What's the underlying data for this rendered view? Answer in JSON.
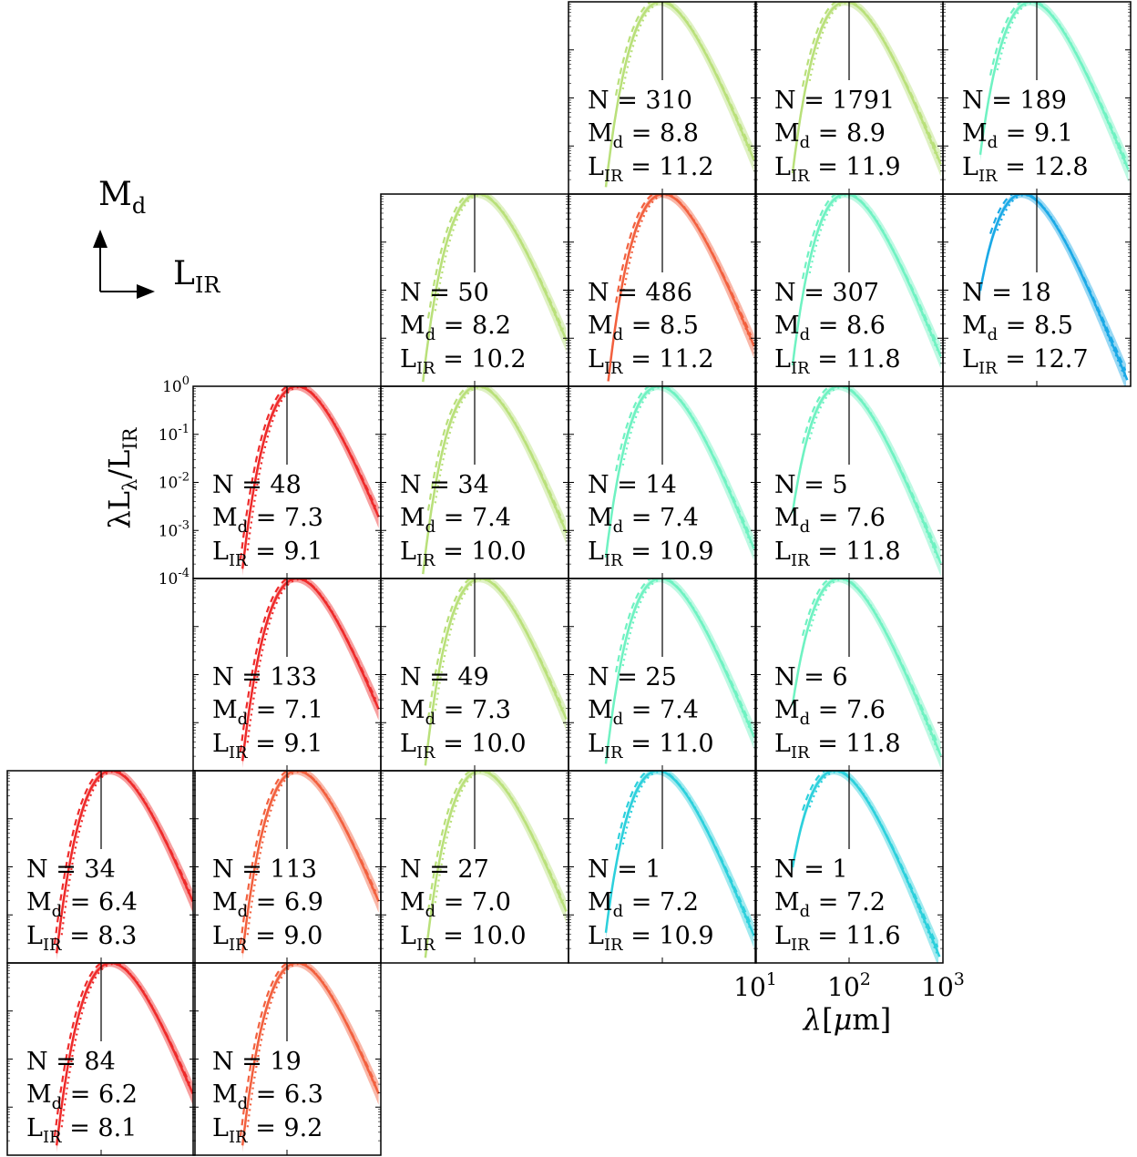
{
  "chart_data": {
    "type": "line",
    "x_scale": "log",
    "y_scale": "log",
    "xlim": [
      10,
      1000
    ],
    "ylim": [
      0.0001,
      1
    ],
    "ylabel": "λL_λ/L_IR",
    "xlabel": "λ[μm]",
    "y_ticks": [
      "10^0",
      "10^-1",
      "10^-2",
      "10^-3",
      "10^-4"
    ],
    "x_ticks": [
      "10^1",
      "10^2",
      "10^3"
    ],
    "reference_line_x": 100,
    "axes_key": {
      "up": "M_d",
      "right": "L_IR"
    },
    "panels": [
      {
        "row": 0,
        "col": 3,
        "N": 310,
        "Md": 8.8,
        "LIR": 11.2,
        "color": "#b9e07a",
        "peak": 75
      },
      {
        "row": 0,
        "col": 4,
        "N": 1791,
        "Md": 8.9,
        "LIR": 11.9,
        "color": "#b9e07a",
        "peak": 72
      },
      {
        "row": 0,
        "col": 5,
        "N": 189,
        "Md": 9.1,
        "LIR": 12.8,
        "color": "#6ff2c2",
        "peak": 68
      },
      {
        "row": 1,
        "col": 2,
        "N": 50,
        "Md": 8.2,
        "LIR": 10.2,
        "color": "#b9e07a",
        "peak": 85
      },
      {
        "row": 1,
        "col": 3,
        "N": 486,
        "Md": 8.5,
        "LIR": 11.2,
        "color": "#f2603e",
        "peak": 80
      },
      {
        "row": 1,
        "col": 4,
        "N": 307,
        "Md": 8.6,
        "LIR": 11.8,
        "color": "#6ff2c2",
        "peak": 72
      },
      {
        "row": 1,
        "col": 5,
        "N": 18,
        "Md": 8.5,
        "LIR": 12.7,
        "color": "#1aa9e6",
        "peak": 55
      },
      {
        "row": 2,
        "col": 1,
        "N": 48,
        "Md": 7.3,
        "LIR": 9.1,
        "color": "#ee2a2a",
        "peak": 100
      },
      {
        "row": 2,
        "col": 2,
        "N": 34,
        "Md": 7.4,
        "LIR": 10.0,
        "color": "#b9e07a",
        "peak": 85
      },
      {
        "row": 2,
        "col": 3,
        "N": 14,
        "Md": 7.4,
        "LIR": 10.9,
        "color": "#6ff2c2",
        "peak": 72
      },
      {
        "row": 2,
        "col": 4,
        "N": 5,
        "Md": 7.6,
        "LIR": 11.8,
        "color": "#6ff2c2",
        "peak": 62
      },
      {
        "row": 3,
        "col": 1,
        "N": 133,
        "Md": 7.1,
        "LIR": 9.1,
        "color": "#ee2a2a",
        "peak": 100
      },
      {
        "row": 3,
        "col": 2,
        "N": 49,
        "Md": 7.3,
        "LIR": 10.0,
        "color": "#b9e07a",
        "peak": 90
      },
      {
        "row": 3,
        "col": 3,
        "N": 25,
        "Md": 7.4,
        "LIR": 11.0,
        "color": "#6ff2c2",
        "peak": 75
      },
      {
        "row": 3,
        "col": 4,
        "N": 6,
        "Md": 7.6,
        "LIR": 11.8,
        "color": "#6ff2c2",
        "peak": 62
      },
      {
        "row": 4,
        "col": 0,
        "N": 34,
        "Md": 6.4,
        "LIR": 8.3,
        "color": "#ee2a2a",
        "peak": 100
      },
      {
        "row": 4,
        "col": 1,
        "N": 113,
        "Md": 6.9,
        "LIR": 9.0,
        "color": "#f2603e",
        "peak": 100
      },
      {
        "row": 4,
        "col": 2,
        "N": 27,
        "Md": 7.0,
        "LIR": 10.0,
        "color": "#b9e07a",
        "peak": 90
      },
      {
        "row": 4,
        "col": 3,
        "N": 1,
        "Md": 7.2,
        "LIR": 10.9,
        "color": "#2cd0dc",
        "peak": 70
      },
      {
        "row": 4,
        "col": 4,
        "N": 1,
        "Md": 7.2,
        "LIR": 11.6,
        "color": "#2cd0dc",
        "peak": 55
      },
      {
        "row": 5,
        "col": 0,
        "N": 84,
        "Md": 6.2,
        "LIR": 8.1,
        "color": "#ee2a2a",
        "peak": 100
      },
      {
        "row": 5,
        "col": 1,
        "N": 19,
        "Md": 6.3,
        "LIR": 9.2,
        "color": "#f2603e",
        "peak": 100
      }
    ]
  }
}
